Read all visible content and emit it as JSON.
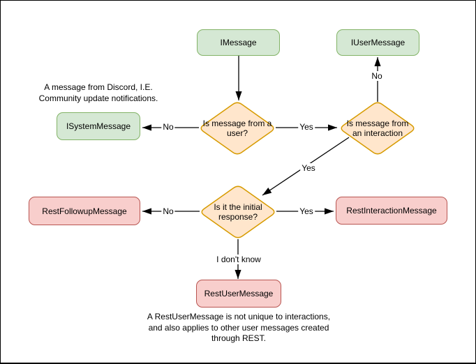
{
  "canvas": {
    "background": "#ffffff",
    "frame_color": "#000000"
  },
  "palette": {
    "interface_fill": "#d5e8d4",
    "interface_stroke": "#82b366",
    "decision_fill": "#ffe6cc",
    "decision_stroke": "#d79b00",
    "rest_fill": "#f8cecc",
    "rest_stroke": "#b85450",
    "edge_color": "#000000",
    "text_color": "#000000"
  },
  "nodes": {
    "imessage": {
      "label": "IMessage"
    },
    "iusermessage": {
      "label": "IUserMessage"
    },
    "isystemmessage": {
      "label": "ISystemMessage"
    },
    "decision_user": {
      "label": "Is message from a user?"
    },
    "decision_interaction": {
      "label": "Is message from an interaction"
    },
    "decision_initial": {
      "label": "Is it the initial response?"
    },
    "restfollowup": {
      "label": "RestFollowupMessage"
    },
    "restinteraction": {
      "label": "RestInteractionMessage"
    },
    "restuser": {
      "label": "RestUserMessage"
    }
  },
  "edge_labels": {
    "user_no": "No",
    "user_yes": "Yes",
    "interaction_no": "No",
    "interaction_yes": "Yes",
    "initial_no": "No",
    "initial_yes": "Yes",
    "initial_unknown": "I don't know"
  },
  "annotations": {
    "system_note": {
      "lines": {
        "0": "A message from Discord, I.E.",
        "1": "Community update notifications."
      }
    },
    "restuser_note": {
      "lines": {
        "0": "A RestUserMessage is not unique to interactions,",
        "1": "and also applies to other user messages created",
        "2": "through REST."
      }
    }
  }
}
